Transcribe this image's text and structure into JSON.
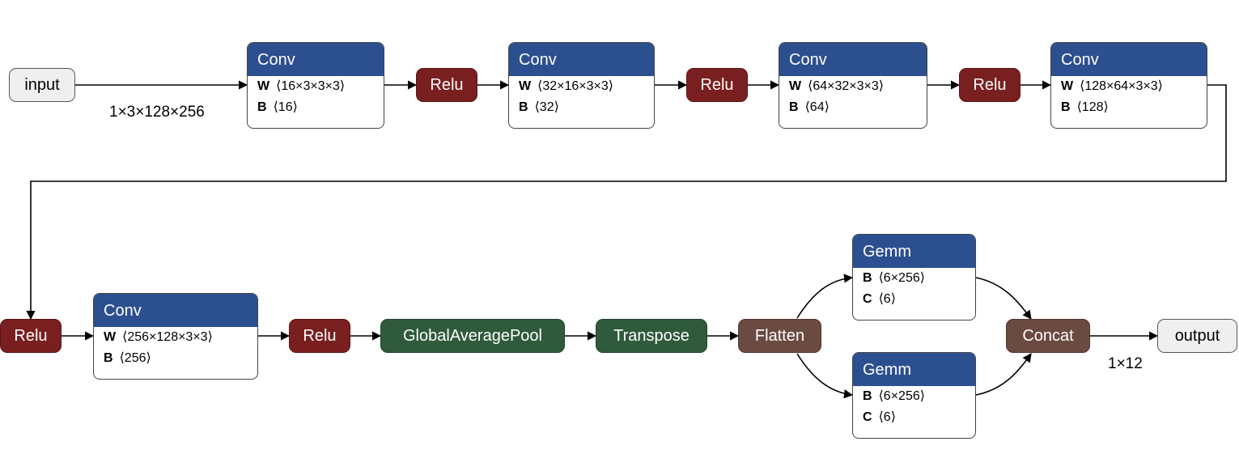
{
  "graph": {
    "input": "input",
    "output": "output",
    "input_shape": "1×3×128×256",
    "output_shape": "1×12",
    "relu": "Relu",
    "conv": [
      {
        "title": "Conv",
        "w_key": "W",
        "w_val": "⟨16×3×3×3⟩",
        "b_key": "B",
        "b_val": "⟨16⟩"
      },
      {
        "title": "Conv",
        "w_key": "W",
        "w_val": "⟨32×16×3×3⟩",
        "b_key": "B",
        "b_val": "⟨32⟩"
      },
      {
        "title": "Conv",
        "w_key": "W",
        "w_val": "⟨64×32×3×3⟩",
        "b_key": "B",
        "b_val": "⟨64⟩"
      },
      {
        "title": "Conv",
        "w_key": "W",
        "w_val": "⟨128×64×3×3⟩",
        "b_key": "B",
        "b_val": "⟨128⟩"
      },
      {
        "title": "Conv",
        "w_key": "W",
        "w_val": "⟨256×128×3×3⟩",
        "b_key": "B",
        "b_val": "⟨256⟩"
      }
    ],
    "pool": "GlobalAveragePool",
    "transpose": "Transpose",
    "flatten": "Flatten",
    "gemm": [
      {
        "title": "Gemm",
        "b_key": "B",
        "b_val": "⟨6×256⟩",
        "c_key": "C",
        "c_val": "⟨6⟩"
      },
      {
        "title": "Gemm",
        "b_key": "B",
        "b_val": "⟨6×256⟩",
        "c_key": "C",
        "c_val": "⟨6⟩"
      }
    ],
    "concat": "Concat"
  },
  "colors": {
    "conv_header": "#2c4f8f",
    "relu": "#7a1f1f",
    "pool": "#2f5a3c",
    "flatten": "#6b4a42",
    "io": "#efefef"
  }
}
